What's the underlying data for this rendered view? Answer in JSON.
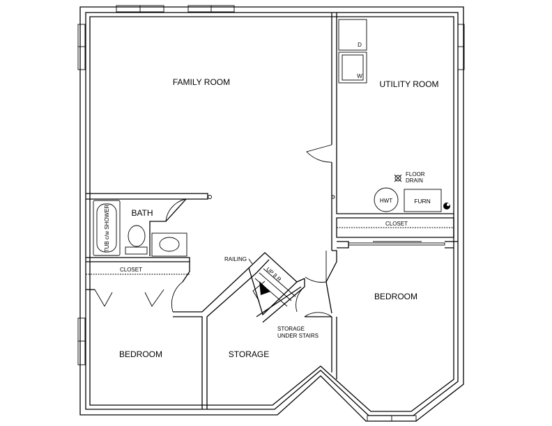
{
  "rooms": {
    "family_room": "FAMILY ROOM",
    "utility_room": "UTILITY ROOM",
    "bath": "BATH",
    "bedroom_left": "BEDROOM",
    "bedroom_right": "BEDROOM",
    "storage": "STORAGE"
  },
  "labels": {
    "closet_utility": "CLOSET",
    "closet_bath": "CLOSET",
    "tub": "TUB c/w SHOWER",
    "dryer": "D",
    "washer": "W",
    "floor_drain_1": "FLOOR",
    "floor_drain_2": "DRAIN",
    "hwt": "HWT",
    "furnace": "FURN",
    "railing": "RAILING",
    "stairs": "UP 8 R",
    "storage_under_stairs_1": "STORAGE",
    "storage_under_stairs_2": "UNDER STAIRS"
  }
}
